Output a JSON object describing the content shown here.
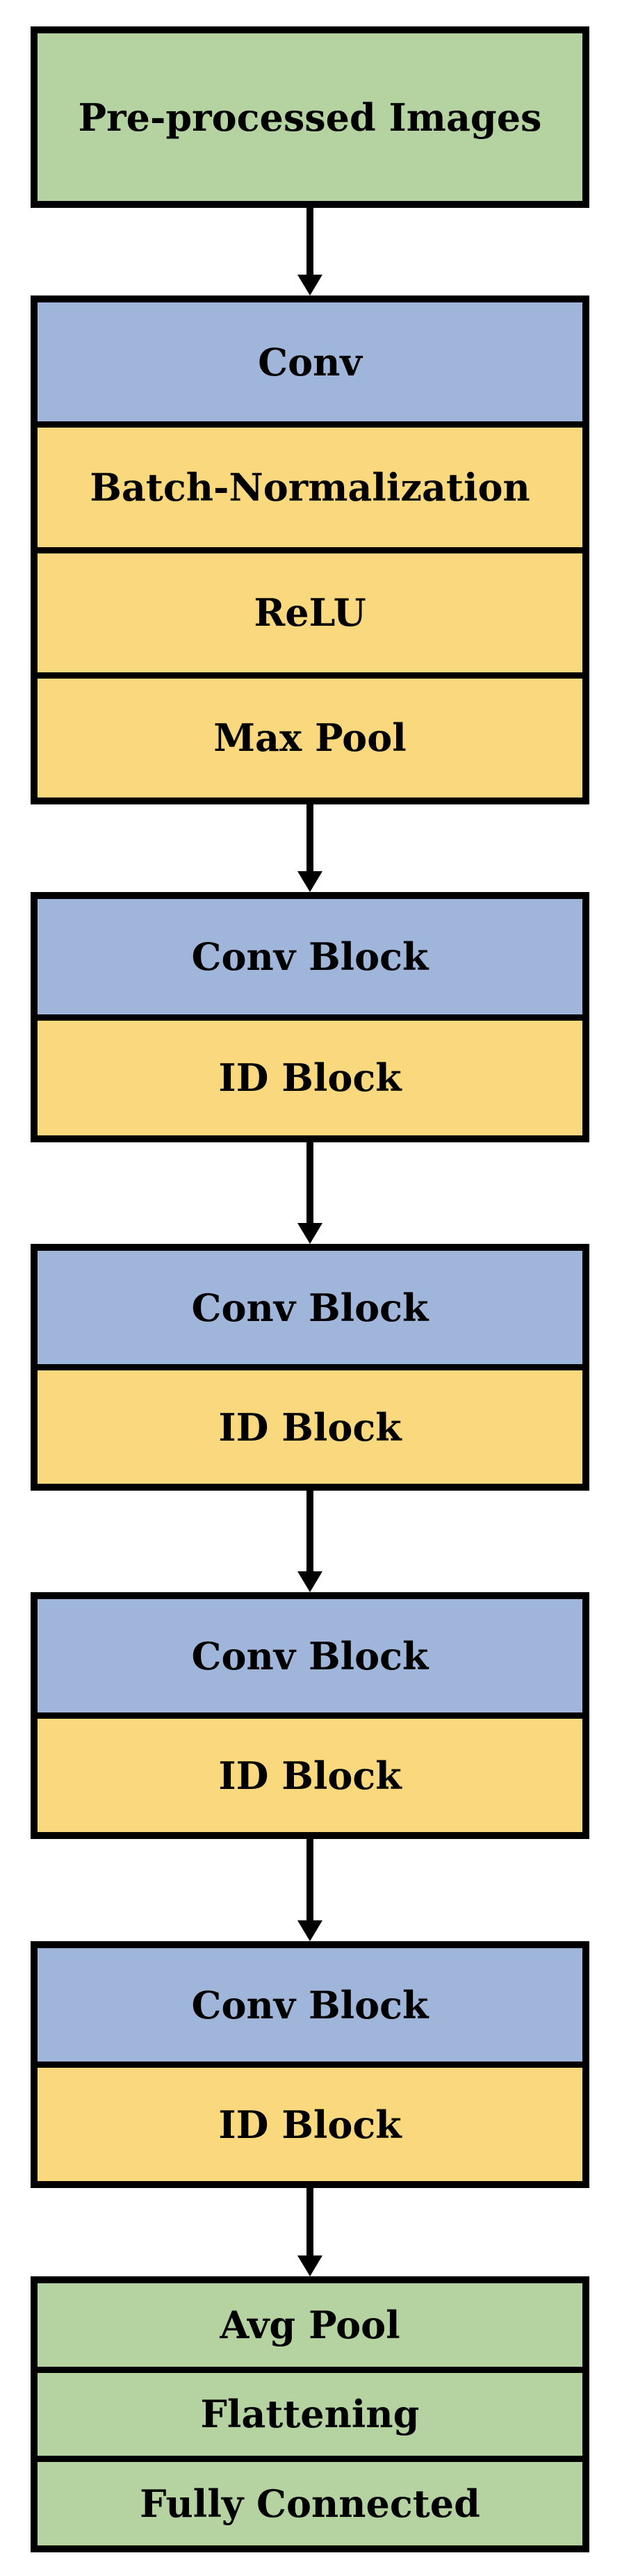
{
  "colors": {
    "blue": "#9fb5da",
    "yellow": "#f9d87e",
    "green": "#b5d3a0",
    "border": "#000000"
  },
  "stages": [
    {
      "layers": [
        {
          "label": "Pre-processed Images",
          "color": "green"
        }
      ]
    },
    {
      "layers": [
        {
          "label": "Conv",
          "color": "blue"
        },
        {
          "label": "Batch-Normalization",
          "color": "yellow"
        },
        {
          "label": "ReLU",
          "color": "yellow"
        },
        {
          "label": "Max Pool",
          "color": "yellow"
        }
      ]
    },
    {
      "layers": [
        {
          "label": "Conv Block",
          "color": "blue"
        },
        {
          "label": "ID Block",
          "color": "yellow"
        }
      ]
    },
    {
      "layers": [
        {
          "label": "Conv Block",
          "color": "blue"
        },
        {
          "label": "ID Block",
          "color": "yellow"
        }
      ]
    },
    {
      "layers": [
        {
          "label": "Conv Block",
          "color": "blue"
        },
        {
          "label": "ID Block",
          "color": "yellow"
        }
      ]
    },
    {
      "layers": [
        {
          "label": "Conv Block",
          "color": "blue"
        },
        {
          "label": "ID Block",
          "color": "yellow"
        }
      ]
    },
    {
      "layers": [
        {
          "label": "Avg Pool",
          "color": "green"
        },
        {
          "label": "Flattening",
          "color": "green"
        },
        {
          "label": "Fully Connected",
          "color": "green"
        }
      ]
    }
  ]
}
